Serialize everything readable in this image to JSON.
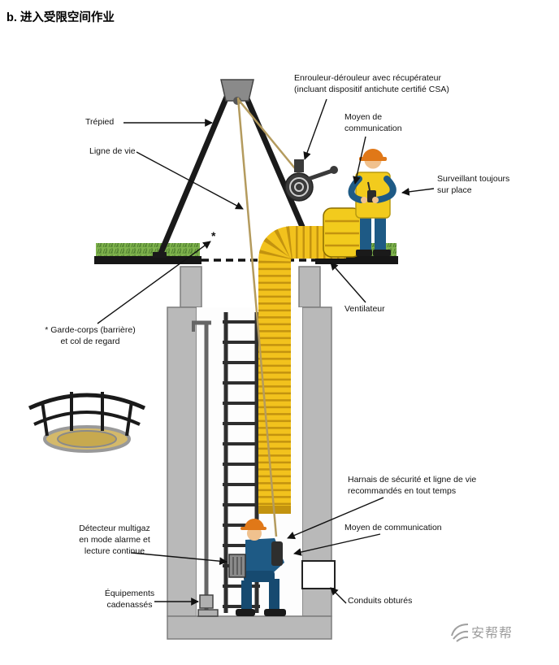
{
  "page": {
    "title": "b. 进入受限空间作业"
  },
  "labels": {
    "enrouleur": "Enrouleur-dérouleur avec récupérateur\n(incluant dispositif antichute certifié CSA)",
    "trepied": "Trépied",
    "ligne_de_vie": "Ligne de vie",
    "moyen_comm_top": "Moyen de\ncommunication",
    "surveillant": "Surveillant toujours\nsur place",
    "ventilateur": "Ventilateur",
    "garde_corps": "* Garde-corps (barrière)\net col de regard",
    "asterisk": "*",
    "harnais": "Harnais de sécurité et ligne de vie\nrecommandés en tout temps",
    "moyen_comm_bottom": "Moyen de communication",
    "detecteur": "Détecteur multigaz\nen mode alarme et\nlecture continue",
    "equipements": "Équipements\ncadenassés",
    "conduits": "Conduits obturés"
  },
  "watermark": {
    "text": "安帮帮"
  },
  "colors": {
    "duct": "#F2C21D",
    "duct_ridge": "#C3930F",
    "grass": "#7FB34D",
    "concrete": "#B9B9B9",
    "helmet": "#E07818",
    "vest": "#F2CB1D",
    "clothing": "#1E5A85",
    "rope": "#B49B5E",
    "skin": "#F0C18E"
  }
}
